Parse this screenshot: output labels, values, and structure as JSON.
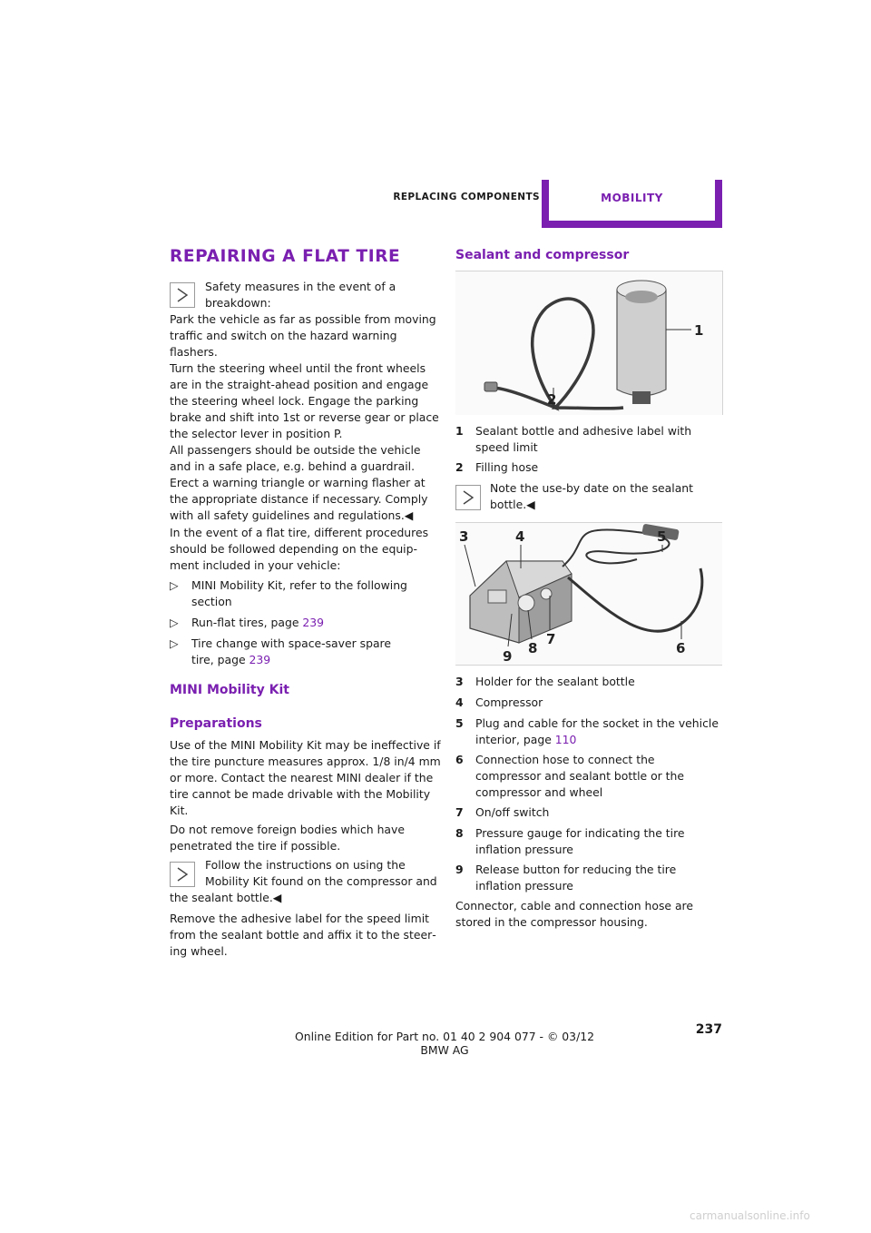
{
  "header": {
    "section": "Replacing components",
    "tab": "Mobility"
  },
  "left": {
    "title": "Repairing a flat tire",
    "safety_lines": [
      "Safety measures in the event of a",
      "breakdown:"
    ],
    "safety_body": "Park the vehicle as far as possible from moving traffic and switch on the hazard warning flashers.",
    "safety_body2": "Turn the steering wheel until the front wheels are in the straight-ahead position and engage the steering wheel lock. Engage the parking brake and shift into 1st or reverse gear or place the selector lever in position P.",
    "safety_body3": "All passengers should be outside the vehicle and in a safe place, e.g. behind a guardrail.",
    "safety_body4": "Erect a warning triangle or warning flasher at the appropriate distance if necessary. Comply with all safety guidelines and regulations.◀",
    "intro": "In the event of a flat tire, different procedures should be followed depending on the equip­ment included in your vehicle:",
    "list": [
      {
        "marker": "▷",
        "text": "MINI Mobility Kit, refer to the following section",
        "page": ""
      },
      {
        "marker": "▷",
        "text": "Run-flat tires, page ",
        "page": "239"
      },
      {
        "marker": "▷",
        "text": "Tire change with space-saver spare tire, page ",
        "page": "239"
      }
    ],
    "kit_heading": "MINI Mobility Kit",
    "prep_heading": "Preparations",
    "prep_p1": "Use of the MINI Mobility Kit may be ineffective if the tire puncture measures approx. 1/8 in/4 mm or more. Contact the nearest MINI dealer if the tire cannot be made drivable with the Mobility Kit.",
    "prep_p2": "Do not remove foreign bodies which have penetrated the tire if possible.",
    "note2_lines": [
      "Follow the instructions on using the",
      "Mobility Kit found on the compressor and"
    ],
    "note2_tail": "the sealant bottle.◀",
    "prep_p3": "Remove the adhesive label for the speed limit from the sealant bottle and affix it to the steer­ing wheel."
  },
  "right": {
    "heading": "Sealant and compressor",
    "fig1_labels": [
      "1",
      "2"
    ],
    "items1": [
      {
        "num": "1",
        "text": "Sealant bottle and adhesive label with speed limit"
      },
      {
        "num": "2",
        "text": "Filling hose"
      }
    ],
    "note_lines": [
      "Note the use-by date on the sealant",
      "bottle.◀"
    ],
    "fig2_labels": [
      "3",
      "4",
      "5",
      "6",
      "7",
      "8",
      "9"
    ],
    "items2": [
      {
        "num": "3",
        "text": "Holder for the sealant bottle",
        "page": ""
      },
      {
        "num": "4",
        "text": "Compressor",
        "page": ""
      },
      {
        "num": "5",
        "text": "Plug and cable for the socket in the vehicle interior, page ",
        "page": "110"
      },
      {
        "num": "6",
        "text": "Connection hose to connect the compressor and sealant bottle or the compressor and wheel",
        "page": ""
      },
      {
        "num": "7",
        "text": "On/off switch",
        "page": ""
      },
      {
        "num": "8",
        "text": "Pressure gauge for indicating the tire inflation pressure",
        "page": ""
      },
      {
        "num": "9",
        "text": "Release button for reducing the tire inflation pressure",
        "page": ""
      }
    ],
    "closing": "Connector, cable and connection hose are stored in the compressor housing."
  },
  "footer": {
    "page_number": "237",
    "edition": "Online Edition for Part no. 01 40 2 904 077 - © 03/12 BMW AG"
  },
  "watermark": "carmanualsonline.info",
  "colors": {
    "accent": "#7a1fb0",
    "link": "#7a1fb0"
  }
}
